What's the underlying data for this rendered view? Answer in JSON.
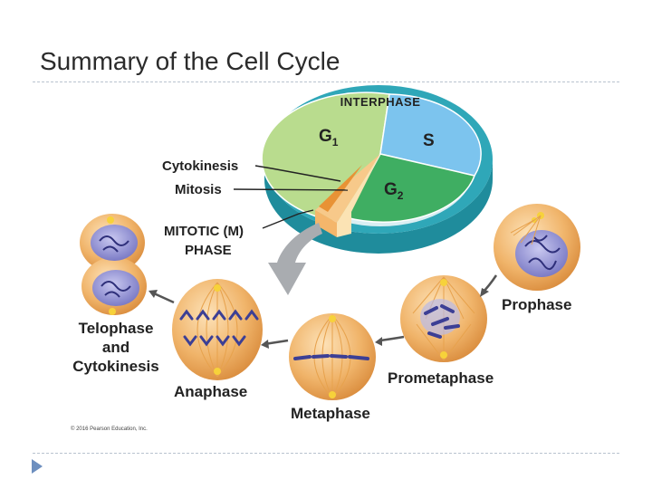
{
  "slide": {
    "title": "Summary of the Cell Cycle"
  },
  "wheel": {
    "interphase": "INTERPHASE",
    "g1_letter": "G",
    "g1_sub": "1",
    "s_label": "S",
    "g2_letter": "G",
    "g2_sub": "2"
  },
  "callouts": {
    "cytokinesis": "Cytokinesis",
    "mitosis": "Mitosis",
    "mitotic_line1": "MITOTIC (M)",
    "mitotic_line2": "PHASE"
  },
  "stages": {
    "prophase": "Prophase",
    "prometaphase": "Prometaphase",
    "metaphase": "Metaphase",
    "anaphase": "Anaphase",
    "telophase_line1": "Telophase",
    "telophase_line2": "and",
    "telophase_line3": "Cytokinesis"
  },
  "copyright": "© 2016 Pearson Education, Inc.",
  "colors": {
    "g1": "#b9dc8e",
    "s": "#7cc4ee",
    "g2": "#3fae62",
    "ring": "#2fa7b8",
    "cell": "#f0b870",
    "dna": "#4b4fa0"
  }
}
